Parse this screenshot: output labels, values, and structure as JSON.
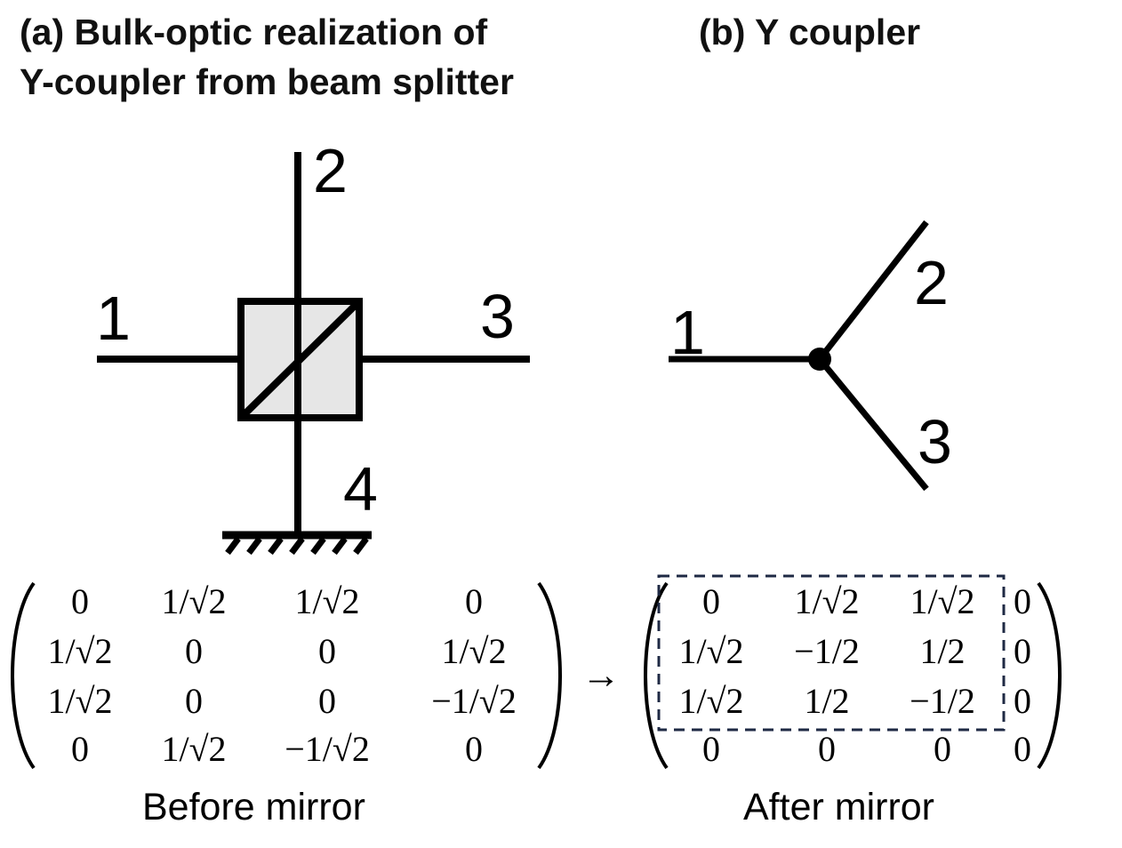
{
  "panel_a": {
    "title_line1": "(a) Bulk-optic realization of",
    "title_line2": "Y-coupler from beam splitter",
    "ports": {
      "p1": "1",
      "p2": "2",
      "p3": "3",
      "p4": "4"
    },
    "caption": "Before mirror",
    "matrix": [
      [
        "0",
        "1/√2",
        "1/√2",
        "0"
      ],
      [
        "1/√2",
        "0",
        "0",
        "1/√2"
      ],
      [
        "1/√2",
        "0",
        "0",
        "−1/√2"
      ],
      [
        "0",
        "1/√2",
        "−1/√2",
        "0"
      ]
    ]
  },
  "panel_b": {
    "title": "(b) Y coupler",
    "ports": {
      "p1": "1",
      "p2": "2",
      "p3": "3"
    },
    "caption": "After mirror",
    "matrix": [
      [
        "0",
        "1/√2",
        "1/√2",
        "0"
      ],
      [
        "1/√2",
        "−1/2",
        "1/2",
        "0"
      ],
      [
        "1/√2",
        "1/2",
        "−1/2",
        "0"
      ],
      [
        "0",
        "0",
        "0",
        "0"
      ]
    ]
  },
  "arrow": "→",
  "colors": {
    "splitter_fill": "#e6e6e6",
    "dashed_box": "#1f2a44",
    "ink": "#000000"
  }
}
